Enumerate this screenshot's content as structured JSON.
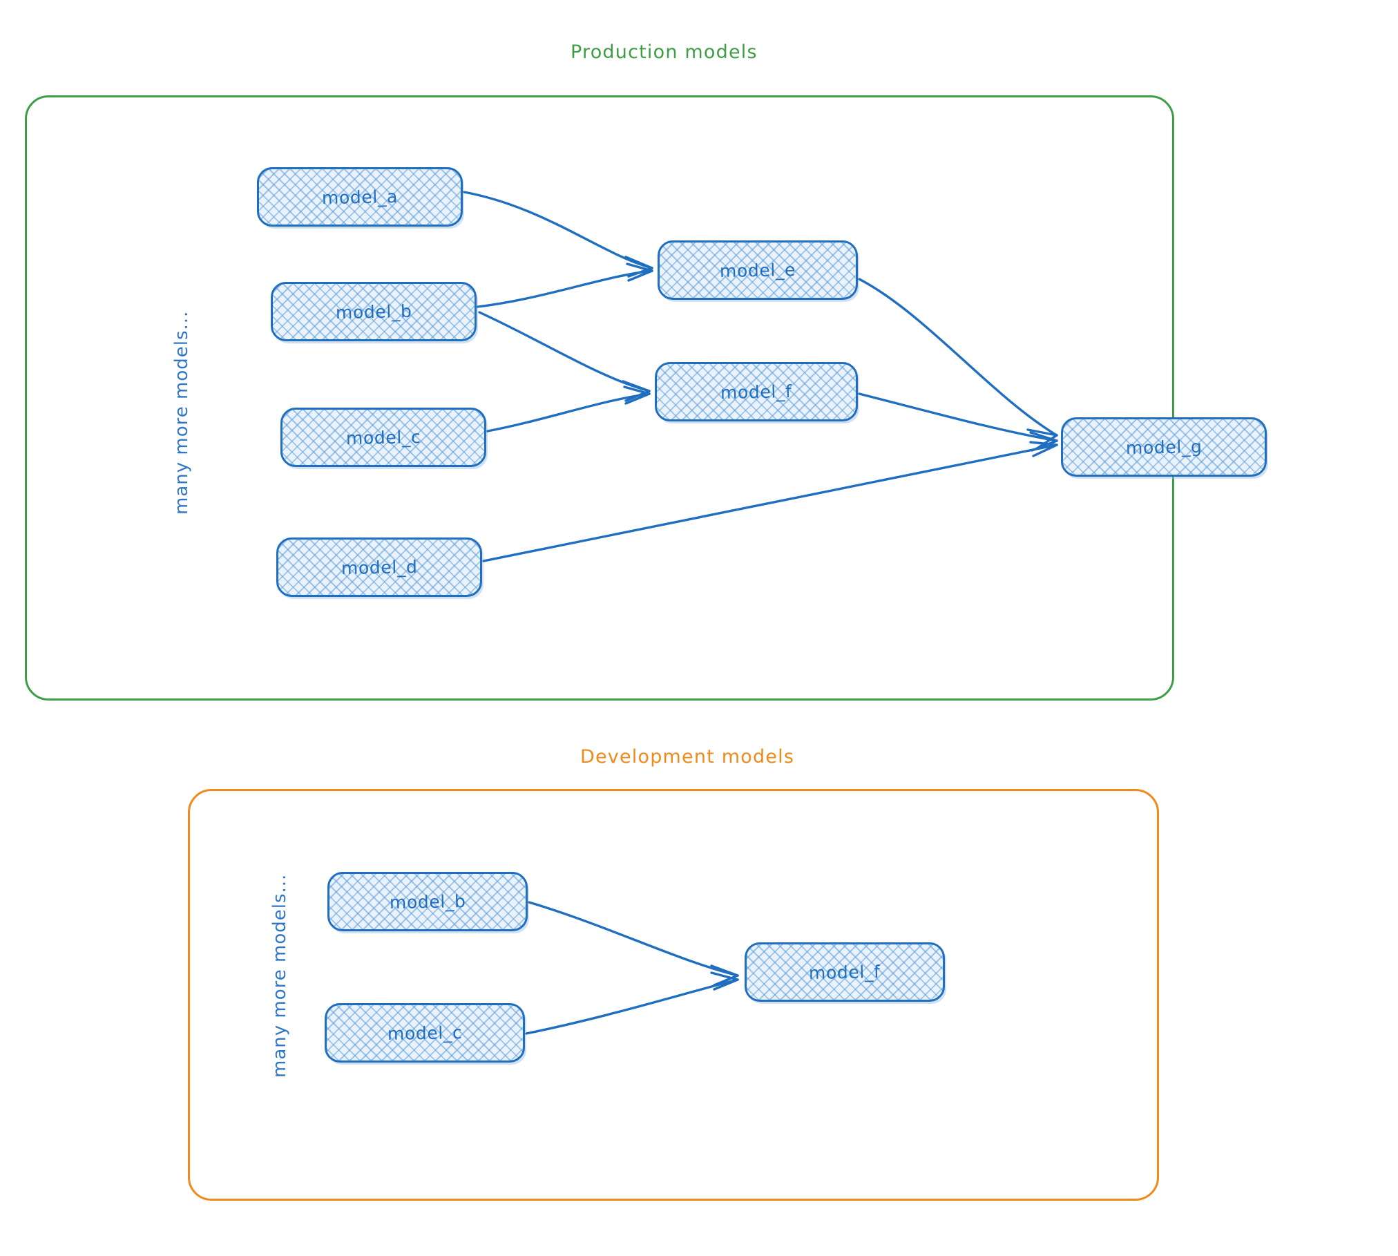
{
  "diagram": {
    "title_production": "Production models",
    "title_development": "Development models",
    "vertical_note": "many more models...",
    "colors": {
      "production_border": "#3d9e46",
      "development_border": "#ef8a1b",
      "node_border": "#1f6ec0",
      "node_text": "#1f6ec0",
      "edge": "#1f6ec0"
    }
  },
  "production": {
    "nodes": [
      {
        "id": "model_a",
        "label": "model_a"
      },
      {
        "id": "model_b",
        "label": "model_b"
      },
      {
        "id": "model_c",
        "label": "model_c"
      },
      {
        "id": "model_d",
        "label": "model_d"
      },
      {
        "id": "model_e",
        "label": "model_e"
      },
      {
        "id": "model_f",
        "label": "model_f"
      },
      {
        "id": "model_g",
        "label": "model_g"
      }
    ],
    "edges": [
      {
        "from": "model_a",
        "to": "model_e"
      },
      {
        "from": "model_b",
        "to": "model_e"
      },
      {
        "from": "model_b",
        "to": "model_f"
      },
      {
        "from": "model_c",
        "to": "model_f"
      },
      {
        "from": "model_e",
        "to": "model_g"
      },
      {
        "from": "model_f",
        "to": "model_g"
      },
      {
        "from": "model_d",
        "to": "model_g"
      }
    ]
  },
  "development": {
    "nodes": [
      {
        "id": "model_b",
        "label": "model_b"
      },
      {
        "id": "model_c",
        "label": "model_c"
      },
      {
        "id": "model_f",
        "label": "model_f"
      }
    ],
    "edges": [
      {
        "from": "model_b",
        "to": "model_f"
      },
      {
        "from": "model_c",
        "to": "model_f"
      }
    ]
  }
}
